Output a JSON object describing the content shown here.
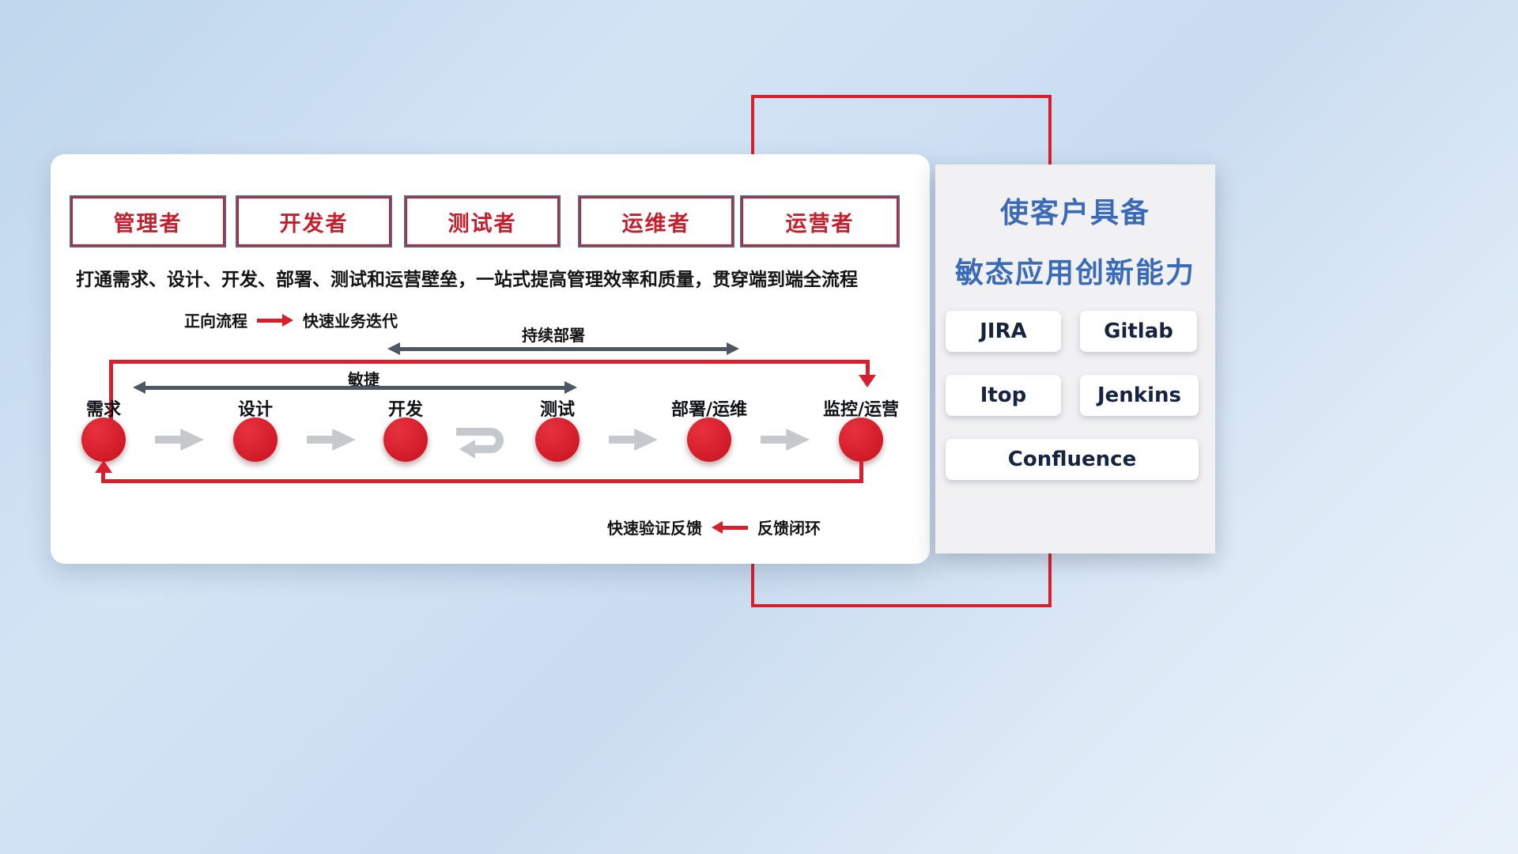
{
  "colors": {
    "red": "#d81f2e",
    "circle_red": "#cf1826",
    "blue_title": "#3a6bb7",
    "dark_arrow": "#4d5662",
    "gray_arrow": "#c6c9cc",
    "role_border_red": "#c41f2d",
    "role_border_blue": "#4a6a95"
  },
  "roles": [
    {
      "label": "管理者"
    },
    {
      "label": "开发者"
    },
    {
      "label": "测试者"
    },
    {
      "label": "运维者"
    },
    {
      "label": "运营者"
    }
  ],
  "subtitle": "打通需求、设计、开发、部署、测试和运营壁垒，一站式提高管理效率和质量，贯穿端到端全流程",
  "legend_forward": {
    "label": "正向流程",
    "desc": "快速业务迭代"
  },
  "span_arrows": {
    "continuous_deploy": "持续部署",
    "agile": "敏捷"
  },
  "stages": [
    {
      "label": "需求"
    },
    {
      "label": "设计"
    },
    {
      "label": "开发"
    },
    {
      "label": "测试"
    },
    {
      "label": "部署/运维"
    },
    {
      "label": "监控/运营"
    }
  ],
  "legend_feedback": {
    "label": "快速验证反馈",
    "desc": "反馈闭环"
  },
  "right_panel": {
    "title_line1": "使客户具备",
    "title_line2": "敏态应用创新能力",
    "tools": [
      {
        "label": "JIRA"
      },
      {
        "label": "Gitlab"
      },
      {
        "label": "Itop"
      },
      {
        "label": "Jenkins"
      },
      {
        "label": "Confluence"
      }
    ]
  }
}
